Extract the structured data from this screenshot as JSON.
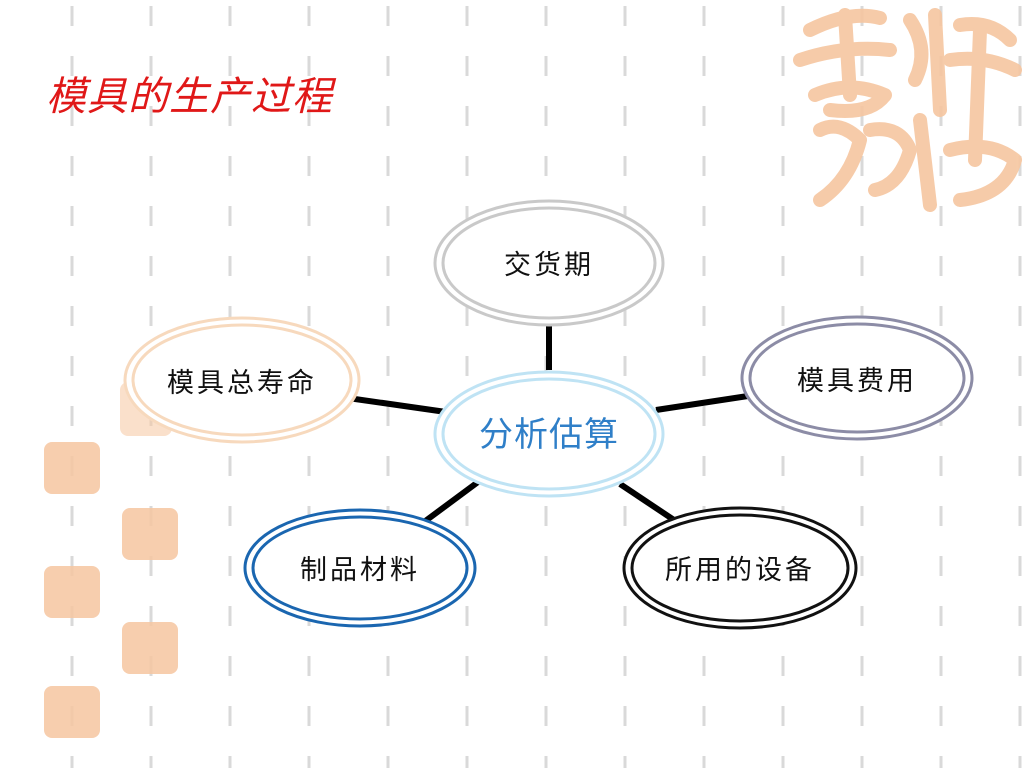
{
  "title": "模具的生产过程",
  "colors": {
    "title": "#e01818",
    "center": "#2f7fc8",
    "dash": "#d9d9d9",
    "seal": "#f6c6a0",
    "connector": "#000000"
  },
  "icons": {
    "seal_big": "auspicious-seal-icon",
    "seal_small": "auspicious-seal-icon"
  },
  "diagram": {
    "center": {
      "label": "分析估算",
      "border": "#bfe3f4"
    },
    "nodes": [
      {
        "id": "delivery",
        "label": "交货期",
        "border": "#c9c9c9"
      },
      {
        "id": "mold-life",
        "label": "模具总寿命",
        "border": "#f7d9bd"
      },
      {
        "id": "mold-cost",
        "label": "模具费用",
        "border": "#8c8ca6"
      },
      {
        "id": "material",
        "label": "制品材料",
        "border": "#1a66b0"
      },
      {
        "id": "equipment",
        "label": "所用的设备",
        "border": "#111111"
      }
    ]
  }
}
